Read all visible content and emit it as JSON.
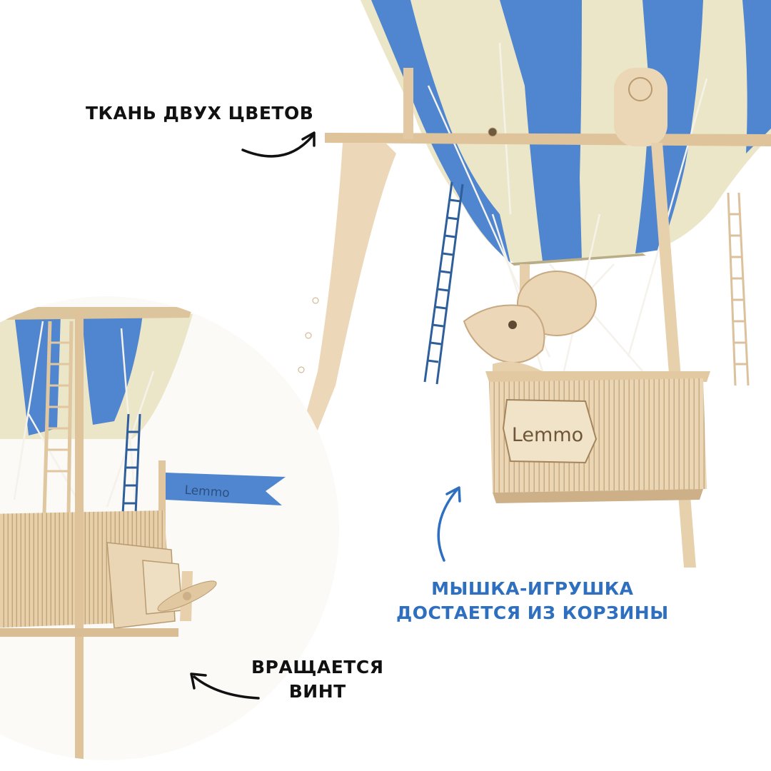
{
  "callouts": {
    "fabric": {
      "text": "ТКАНЬ ДВУХ ЦВЕТОВ"
    },
    "toy": {
      "line1": "МЫШКА-ИГРУШКА",
      "line2": "ДОСТАЕТСЯ ИЗ КОРЗИНЫ"
    },
    "propeller": {
      "line1": "ВРАЩАЕТСЯ",
      "line2": "ВИНТ"
    }
  },
  "brand": {
    "basket_logo": "Lemmo",
    "flag_text": "Lemmo"
  },
  "colors": {
    "accent_blue": "#2f6fc0",
    "fabric_blue": "#4f86cf",
    "fabric_cream": "#ece6c8",
    "plywood": "#ead6b4",
    "label_dark": "#111111"
  }
}
